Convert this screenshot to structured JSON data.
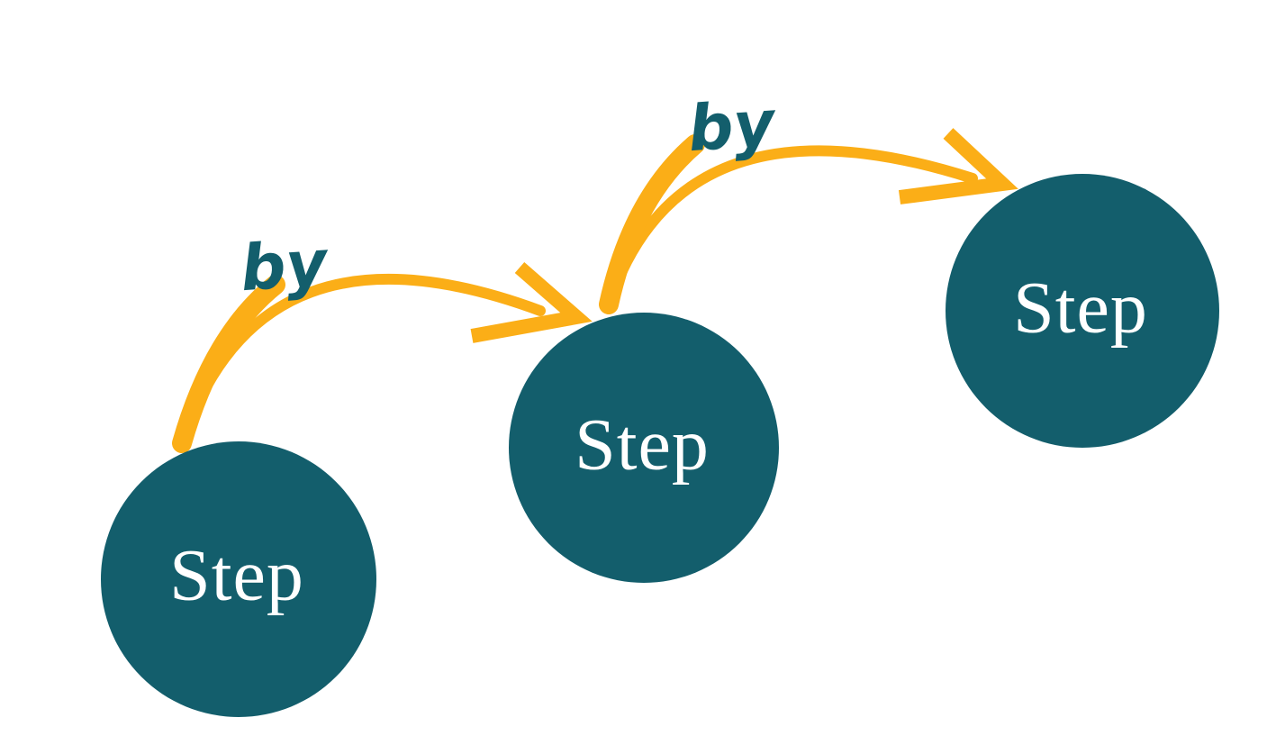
{
  "colors": {
    "teal": "#135E6C",
    "yellow": "#FBAE17",
    "white": "#FFFFFF"
  },
  "steps": [
    {
      "label": "Step"
    },
    {
      "label": "Step"
    },
    {
      "label": "Step"
    }
  ],
  "connectors": [
    {
      "label": "by"
    },
    {
      "label": "by"
    }
  ]
}
